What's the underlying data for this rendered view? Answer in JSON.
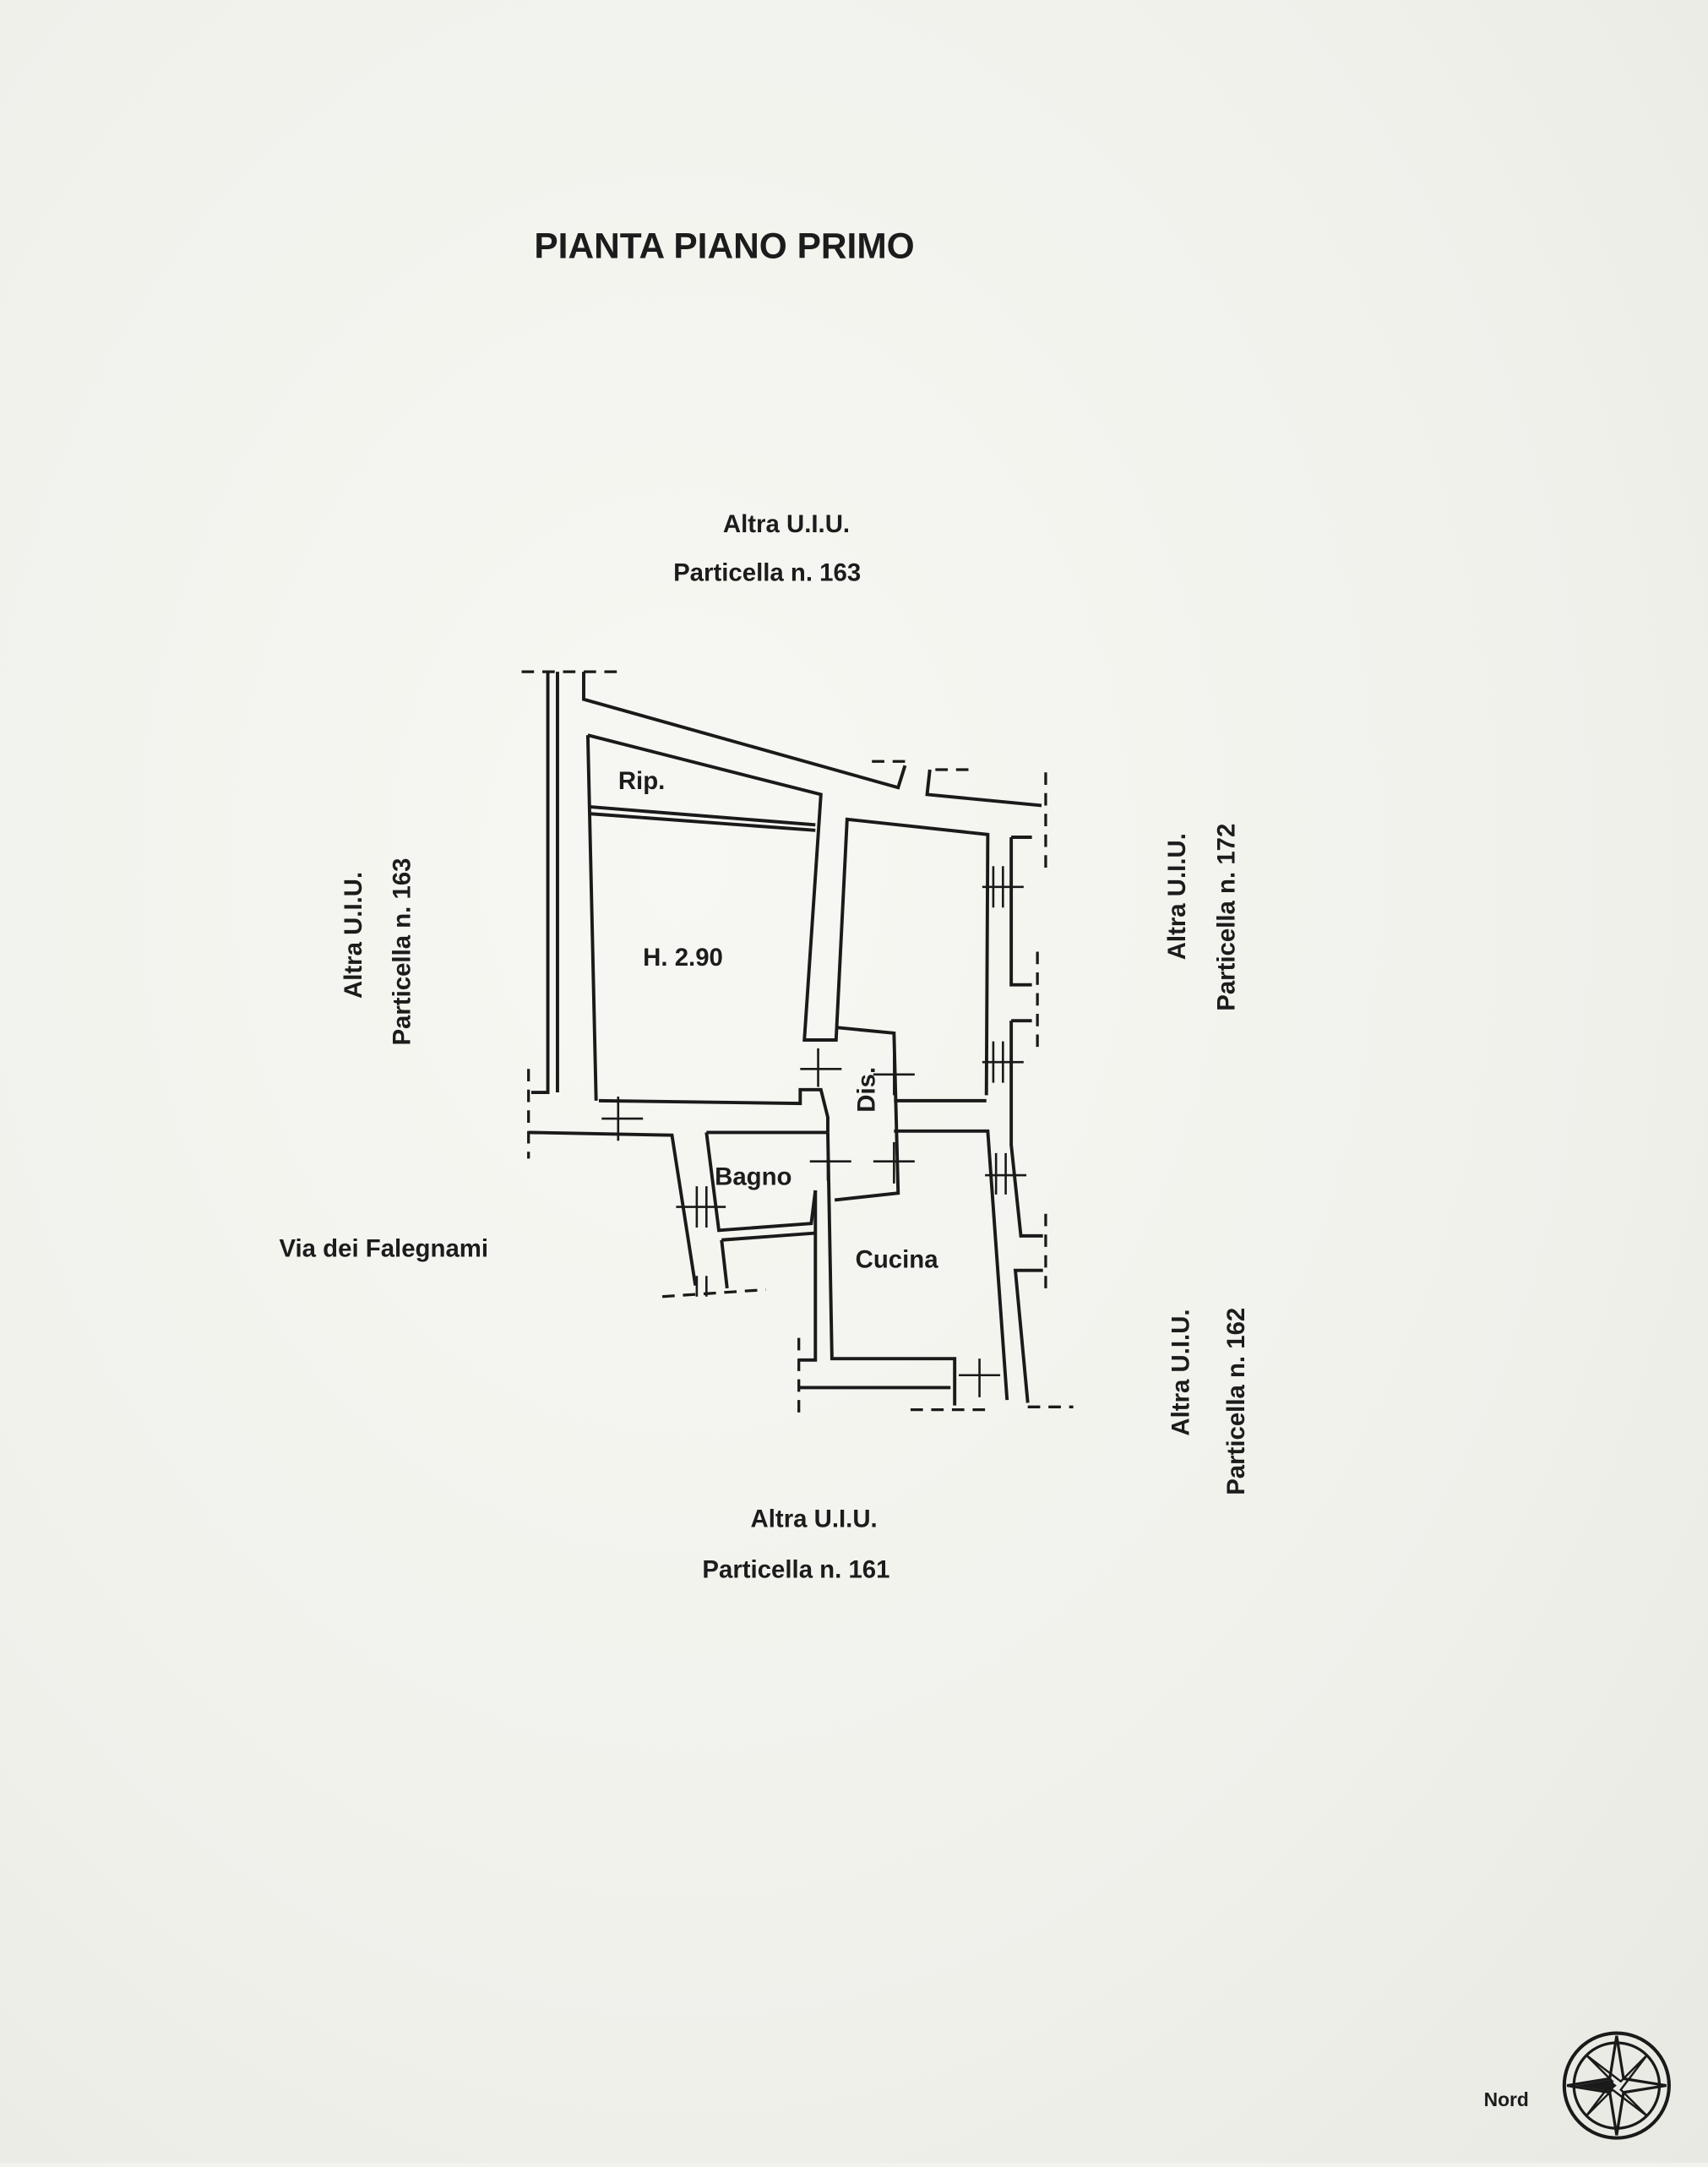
{
  "title": "PIANTA PIANO PRIMO",
  "neighbors": {
    "top": {
      "line1": "Altra U.I.U.",
      "line2": "Particella n. 163"
    },
    "left": {
      "line1": "Altra U.I.U.",
      "line2": "Particella n. 163"
    },
    "right_upper": {
      "line1": "Altra U.I.U.",
      "line2": "Particella n. 172"
    },
    "right_lower": {
      "line1": "Altra U.I.U.",
      "line2": "Particella n. 162"
    },
    "bottom": {
      "line1": "Altra U.I.U.",
      "line2": "Particella n. 161"
    }
  },
  "street": "Via dei Falegnami",
  "rooms": {
    "storage": "Rip.",
    "height": "H. 2.90",
    "hall": "Dis.",
    "bathroom": "Bagno",
    "kitchen": "Cucina"
  },
  "compass": {
    "label": "Nord",
    "icon": "compass-rose-icon"
  }
}
